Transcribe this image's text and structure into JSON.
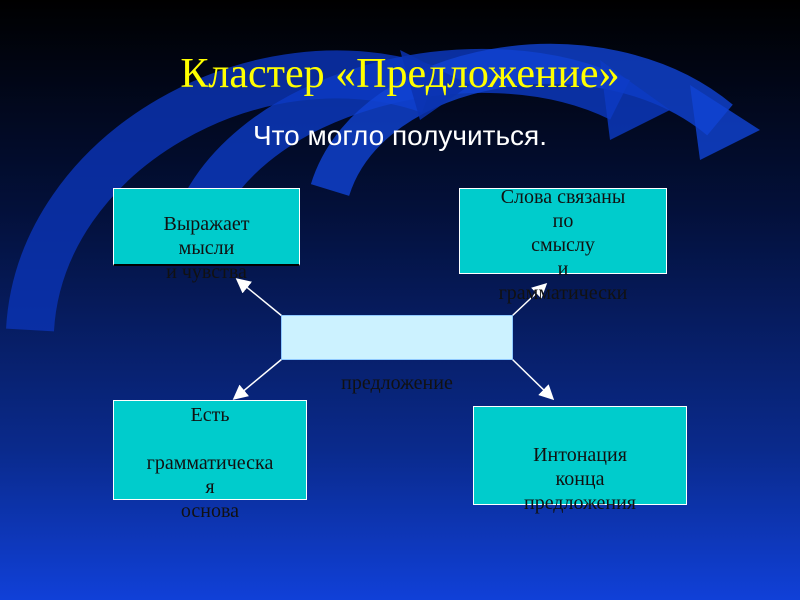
{
  "title": "Кластер  «Предложение»",
  "subtitle": "Что могло получиться.",
  "center_node": {
    "label": "предложение"
  },
  "nodes": {
    "top_left": "Выражает\nмысли\nи чувства",
    "top_right": "Слова связаны\nпо\nсмыслу\nи\nграмматически",
    "bottom_left": "Есть\n\nграмматическа\nя\nоснова",
    "bottom_right": "Интонация\nконца\nпредложения"
  },
  "colors": {
    "title": "#ffff00",
    "subtitle": "#ffffff",
    "node_fill": "#00cccc",
    "center_fill": "#ccf2ff",
    "arrow": "#ffffff",
    "background_top": "#000000",
    "background_bottom": "#1040d8"
  }
}
